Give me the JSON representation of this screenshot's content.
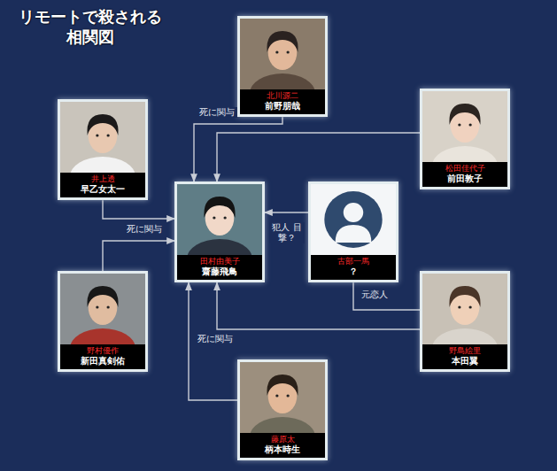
{
  "diagram": {
    "title": "リモートで殺される 相関図",
    "nodes": [
      {
        "text": [
          "北川源二",
          "前野朋哉"
        ]
      },
      {
        "text": [
          "井上透",
          "早乙女太一"
        ]
      },
      {
        "text": [
          "松田佳代子",
          "前田敦子"
        ]
      },
      {
        "text": [
          "田村由美子",
          "齋藤飛鳥"
        ]
      },
      {
        "text": [
          "古部一馬",
          "？"
        ]
      },
      {
        "text": [
          "野村優作",
          "新田真剣佑"
        ]
      },
      {
        "text": [
          "野島絵里",
          "本田翼"
        ]
      },
      {
        "text": [
          "藤原太",
          "柄本時生"
        ]
      }
    ],
    "edges": [
      {
        "from": 0,
        "to": 3,
        "label": "死に関与",
        "arrow": "to"
      },
      {
        "from": 2,
        "to": 3,
        "arrow": "to"
      },
      {
        "from": 1,
        "to": 3,
        "label": "死に関与",
        "arrow": "to"
      },
      {
        "from": 5,
        "to": 3,
        "arrow": "to"
      },
      {
        "from": 4,
        "to": 3,
        "label": "犯人 目撃？",
        "arrow": "to"
      },
      {
        "from": 4,
        "to": 6,
        "label": "元恋人",
        "arrow": "none"
      },
      {
        "from": 6,
        "to": 3,
        "arrow": "to"
      },
      {
        "from": 7,
        "to": 3,
        "label": "死に関与",
        "arrow": "to"
      }
    ]
  }
}
